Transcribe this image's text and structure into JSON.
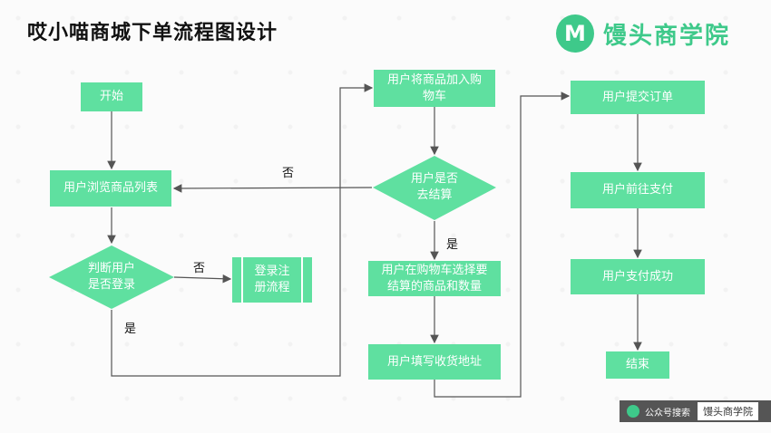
{
  "title": "哎小喵商城下单流程图设计",
  "brand": {
    "name": "馒头商学院",
    "mark": "M"
  },
  "nodes": {
    "start": "开始",
    "browse": "用户浏览商品列表",
    "login_check": "判断用户\n是否登录",
    "register": "登录注\n册流程",
    "add_cart": "用户将商品加入购\n物车",
    "checkout_check": "用户是否\n去结算",
    "select_goods": "用户在购物车选择要\n结算的商品和数量",
    "address": "用户填写收货地址",
    "submit_order": "用户提交订单",
    "go_pay": "用户前往支付",
    "pay_success": "用户支付成功",
    "end": "结束"
  },
  "edge_labels": {
    "no_login": "否",
    "yes_login": "是",
    "no_checkout": "否",
    "yes_checkout": "是"
  },
  "footer": {
    "label": "公众号搜索",
    "brand": "馒头商学院"
  },
  "colors": {
    "node_fill": "#5fe0a0",
    "line": "#555555",
    "brand": "#3ec98a"
  }
}
